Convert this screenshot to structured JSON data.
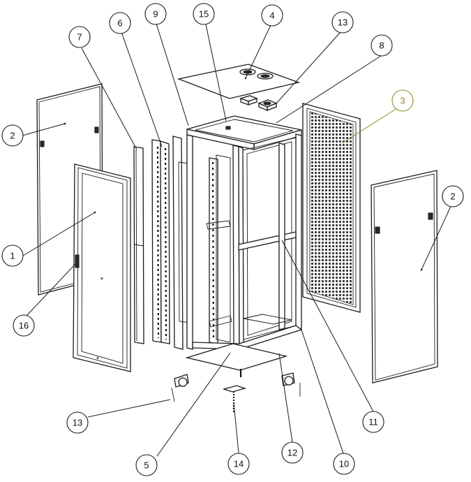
{
  "diagram": {
    "callouts": [
      {
        "id": "c-1",
        "label": "1"
      },
      {
        "id": "c-2-left",
        "label": "2"
      },
      {
        "id": "c-2-right",
        "label": "2"
      },
      {
        "id": "c-3",
        "label": "3"
      },
      {
        "id": "c-4",
        "label": "4"
      },
      {
        "id": "c-5",
        "label": "5"
      },
      {
        "id": "c-6",
        "label": "6"
      },
      {
        "id": "c-7",
        "label": "7"
      },
      {
        "id": "c-8",
        "label": "8"
      },
      {
        "id": "c-9",
        "label": "9"
      },
      {
        "id": "c-10",
        "label": "10"
      },
      {
        "id": "c-11",
        "label": "11"
      },
      {
        "id": "c-12",
        "label": "12"
      },
      {
        "id": "c-13-top",
        "label": "13"
      },
      {
        "id": "c-13-bottom",
        "label": "13"
      },
      {
        "id": "c-14",
        "label": "14"
      },
      {
        "id": "c-15",
        "label": "15"
      },
      {
        "id": "c-16",
        "label": "16"
      }
    ],
    "highlight_color": "#8f8f22",
    "line_color": "#1a1a1a"
  }
}
